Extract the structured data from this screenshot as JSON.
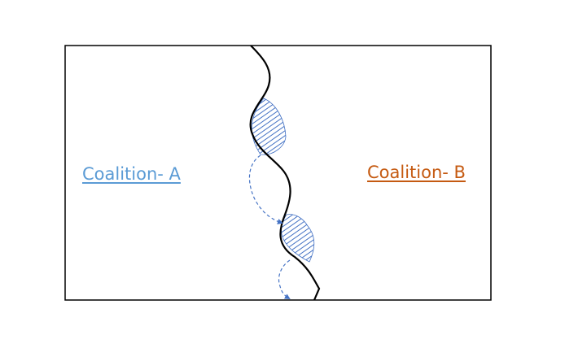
{
  "diagram": {
    "left_region": {
      "label": "Coalition- A",
      "color": "#5b9bd5"
    },
    "right_region": {
      "label": "Coalition- B",
      "color": "#c55a11"
    },
    "boundary_color": "#000000",
    "contested_area_hatch_color": "#4472c4",
    "transfer_arrow_color": "#4472c4",
    "contested_areas_count": 2,
    "transfer_arrows_count": 2
  }
}
